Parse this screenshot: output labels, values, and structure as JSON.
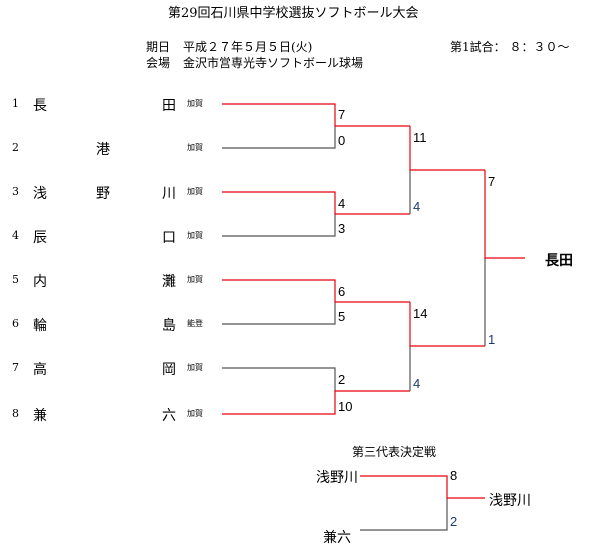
{
  "title": "第29回石川県中学校選抜ソフトボール大会",
  "date_label": "期日",
  "date": "平成２７年５月５日(火)",
  "venue_label": "会場",
  "venue": "金沢市営専光寺ソフトボール球場",
  "first_match": "第1試合： ８：３０～",
  "teams": [
    {
      "no": "1",
      "c1": "長",
      "c2": "",
      "c3": "田",
      "pref": "加賀"
    },
    {
      "no": "2",
      "c1": "",
      "c2": "港",
      "c3": "",
      "pref": "加賀"
    },
    {
      "no": "3",
      "c1": "浅",
      "c2": "野",
      "c3": "川",
      "pref": "加賀"
    },
    {
      "no": "4",
      "c1": "辰",
      "c2": "",
      "c3": "口",
      "pref": "加賀"
    },
    {
      "no": "5",
      "c1": "内",
      "c2": "",
      "c3": "灘",
      "pref": "加賀"
    },
    {
      "no": "6",
      "c1": "輪",
      "c2": "",
      "c3": "島",
      "pref": "能登"
    },
    {
      "no": "7",
      "c1": "高",
      "c2": "",
      "c3": "岡",
      "pref": "加賀"
    },
    {
      "no": "8",
      "c1": "兼",
      "c2": "",
      "c3": "六",
      "pref": "加賀"
    }
  ],
  "scores": {
    "r1": [
      "7",
      "0",
      "4",
      "3",
      "6",
      "5",
      "2",
      "10"
    ],
    "r2": [
      "11",
      "4",
      "14",
      "4"
    ],
    "final": [
      "7",
      "1"
    ]
  },
  "champion": "長田",
  "third": {
    "title": "第三代表決定戦",
    "team1": "浅野川",
    "team2": "兼六",
    "score1": "8",
    "score2": "2",
    "winner": "浅野川"
  },
  "colors": {
    "win": "#e8000b",
    "lose": "#555555",
    "blue": "#1f3a6e"
  }
}
